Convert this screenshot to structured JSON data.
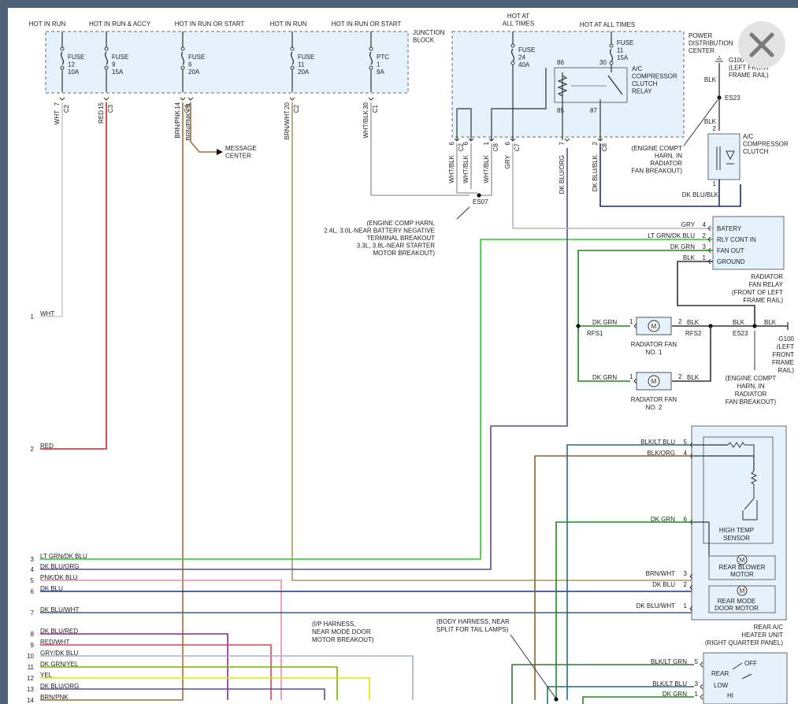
{
  "diagram": {
    "junction_block": {
      "label": [
        "JUNCTION",
        "BLOCK"
      ],
      "headers": [
        "HOT IN RUN",
        "HOT IN RUN & ACCY",
        "HOT IN RUN OR START",
        "HOT IN RUN",
        "HOT IN RUN OR START"
      ],
      "fuses": [
        {
          "type": "FUSE",
          "num": "12",
          "amp": "10A",
          "pin": "7",
          "conn": "C2",
          "wire": "WHT"
        },
        {
          "type": "FUSE",
          "num": "9",
          "amp": "15A",
          "pin": "15",
          "conn": "C3",
          "wire": "RED"
        },
        {
          "type": "FUSE",
          "num": "6",
          "amp": "20A",
          "pin": "14",
          "conn": "C4",
          "wire": "BRN/PNK"
        },
        {
          "type": "FUSE",
          "num": "11",
          "amp": "20A",
          "pin": "20",
          "conn": "C2",
          "wire": "BRN/WHT"
        },
        {
          "type": "PTC",
          "num": "1",
          "amp": "9A",
          "pin": "30",
          "conn": "C1",
          "wire": "WHT/BLK"
        }
      ],
      "branch_wire": "BRN/PNK",
      "message_center": [
        "MESSAGE",
        "CENTER"
      ]
    },
    "pdc": {
      "label": [
        "POWER",
        "DISTRIBUTION",
        "CENTER"
      ],
      "hot_all_times_1": [
        "HOT AT",
        "ALL TIMES"
      ],
      "hot_all_times_2": "HOT AT ALL TIMES",
      "fuse_24": [
        "FUSE",
        "24",
        "40A"
      ],
      "fuse_11": [
        "FUSE",
        "11",
        "15A"
      ],
      "relay": [
        "A/C",
        "COMPRESSOR",
        "CLUTCH",
        "RELAY"
      ],
      "relay_pins": [
        "86",
        "30",
        "85",
        "87"
      ],
      "bottom_pins": [
        {
          "pin": "6",
          "conn": "C2",
          "wire": "WHT/BLK"
        },
        {
          "pin": "6",
          "conn": "",
          "wire": "WHT/BLK"
        },
        {
          "pin": "1",
          "conn": "C8",
          "wire": "WHT/BLK"
        },
        {
          "pin": "6",
          "conn": "C7",
          "wire": "GRY"
        },
        {
          "pin": "7",
          "conn": "",
          "wire": "DK BLU/ORG"
        },
        {
          "pin": "2",
          "conn": "C8",
          "wire": "DK BLU/BLK"
        }
      ],
      "splice": "ES07",
      "splice_note": [
        "(ENGINE COMP HARN,",
        "2.4L, 3.0L-NEAR BATTERY NEGATIVE",
        "TERMINAL BREAKOUT",
        "3.3L, 3.8L-NEAR STARTER",
        "MOTOR BREAKOUT)"
      ]
    },
    "clutch": {
      "ground": [
        "G100",
        "(LEFT FRONT",
        "FRAME RAIL)"
      ],
      "gnd_wire": "BLK",
      "splice": "ES23",
      "wire2": "BLK",
      "pin_top": "2",
      "pin_bottom": "1",
      "label": [
        "A/C",
        "COMPRESSOR",
        "CLUTCH"
      ],
      "note": [
        "(ENGINE COMPT",
        "HARN, IN",
        "RADIATOR",
        "FAN BREAKOUT)"
      ],
      "out_wire": "DK BLU/BLK"
    },
    "fan_relay": {
      "label": [
        "RADIATOR",
        "FAN RELAY",
        "(FRONT OF LEFT",
        "FRAME RAIL)"
      ],
      "pins": [
        {
          "wire": "GRY",
          "num": "4",
          "name": "BATERY"
        },
        {
          "wire": "LT GRN/DK BLU",
          "num": "2",
          "name": "RLY CONT IN"
        },
        {
          "wire": "DK GRN",
          "num": "3",
          "name": "FAN OUT"
        },
        {
          "wire": "BLK",
          "num": "1",
          "name": "GROUND"
        }
      ]
    },
    "fans": {
      "fan1_wire_in": "DK GRN",
      "fan1_wire_out": "BLK",
      "fan1_label": [
        "RADIATOR FAN",
        "NO. 1"
      ],
      "fan2_wire_in": "DK GRN",
      "fan2_wire_out": "BLK",
      "fan2_label": [
        "RADIATOR FAN",
        "NO. 2"
      ],
      "pin_in": "1",
      "pin_out": "2",
      "rfs1": "RFS1",
      "rfs2": "RFS2",
      "es23": "ES23",
      "blk_a": "BLK",
      "blk_b": "BLK",
      "motor_symbol": "M",
      "ground": [
        "G100",
        "(LEFT",
        "FRONT",
        "FRAME",
        "RAIL)"
      ],
      "note": [
        "(ENGINE COMPT",
        "HARN, IN",
        "RADIATOR",
        "FAN BREAKOUT)"
      ]
    },
    "rear_unit": {
      "pins": [
        {
          "wire": "BLK/LT BLU",
          "num": "5"
        },
        {
          "wire": "BLK/ORG",
          "num": "4"
        },
        {
          "wire": "DK GRN",
          "num": "6"
        },
        {
          "wire": "BRN/WHT",
          "num": "3"
        },
        {
          "wire": "DK BLU",
          "num": "2"
        },
        {
          "wire": "DK BLU/WHT",
          "num": "1"
        }
      ],
      "sensor": [
        "HIGH TEMP",
        "SENSOR"
      ],
      "blower": [
        "REAR BLOWER",
        "MOTOR"
      ],
      "mode": [
        "REAR MODE",
        "DOOR MOTOR"
      ],
      "label": [
        "REAR A/C",
        "HEATER UNIT",
        "(RIGHT QUARTER PANEL)"
      ],
      "motor_symbol": "M"
    },
    "rear_switch": {
      "pins": [
        {
          "wire": "BLK/LT GRN",
          "num": "5"
        },
        {
          "wire": "BLK/LT BLU",
          "num": "3"
        },
        {
          "wire": "DK GRN",
          "num": "1"
        }
      ],
      "positions": [
        "OFF",
        "REAR",
        "LOW",
        "HI"
      ]
    },
    "notes": {
      "ip_harness": [
        "(I/P HARNESS,",
        "NEAR MODE DOOR",
        "MOTOR BREAKOUT)"
      ],
      "body_harness": [
        "(BODY HARNESS, NEAR",
        "SPLIT FOR TAIL LAMPS)"
      ]
    },
    "left_cells": [
      {
        "num": "1",
        "wire": "WHT"
      },
      {
        "num": "2",
        "wire": "RED"
      },
      {
        "num": "3",
        "wire": "LT GRN/DK BLU"
      },
      {
        "num": "4",
        "wire": "DK BLU/ORG"
      },
      {
        "num": "5",
        "wire": "PNK/DK BLU"
      },
      {
        "num": "6",
        "wire": "DK BLU"
      },
      {
        "num": "7",
        "wire": "DK BLU/WHT"
      },
      {
        "num": "8",
        "wire": "DK BLU/RED"
      },
      {
        "num": "9",
        "wire": "RED/WHT"
      },
      {
        "num": "10",
        "wire": "GRY/DK BLU"
      },
      {
        "num": "11",
        "wire": "DK GRN/YEL"
      },
      {
        "num": "12",
        "wire": "YEL"
      },
      {
        "num": "13",
        "wire": "DK BLU/ORG"
      },
      {
        "num": "14",
        "wire": "BRN/PNK"
      }
    ],
    "colors": {
      "WHT": "#c9c9c9",
      "RED": "#d42020",
      "BRN": "#a0703a",
      "BRNWHT": "#a89a5c",
      "WHTBLK": "#a8a8a8",
      "GRY": "#b8b8b8",
      "LTGRN": "#2ec82e",
      "DKGRN": "#1e8a1e",
      "DKBLU": "#1a2f8a",
      "DKBLUORG": "#5a4b8e",
      "DKBLUBLK": "#1c2a6e",
      "PNK": "#e58ab4",
      "DKBLUWHT": "#3c5f80",
      "DKBLURED": "#8a2a8a",
      "REDWHT": "#e0405a",
      "GRYBLU": "#a7b1c4",
      "DKGRNYEL": "#7ab300",
      "YEL": "#e4e400",
      "BLKLTBLU": "#2a6e6e",
      "BLKORG": "#8a6028",
      "BLKLTGRN": "#2e7a3a",
      "BLK": "#333333"
    }
  },
  "ui": {
    "close_icon": "close-icon"
  }
}
